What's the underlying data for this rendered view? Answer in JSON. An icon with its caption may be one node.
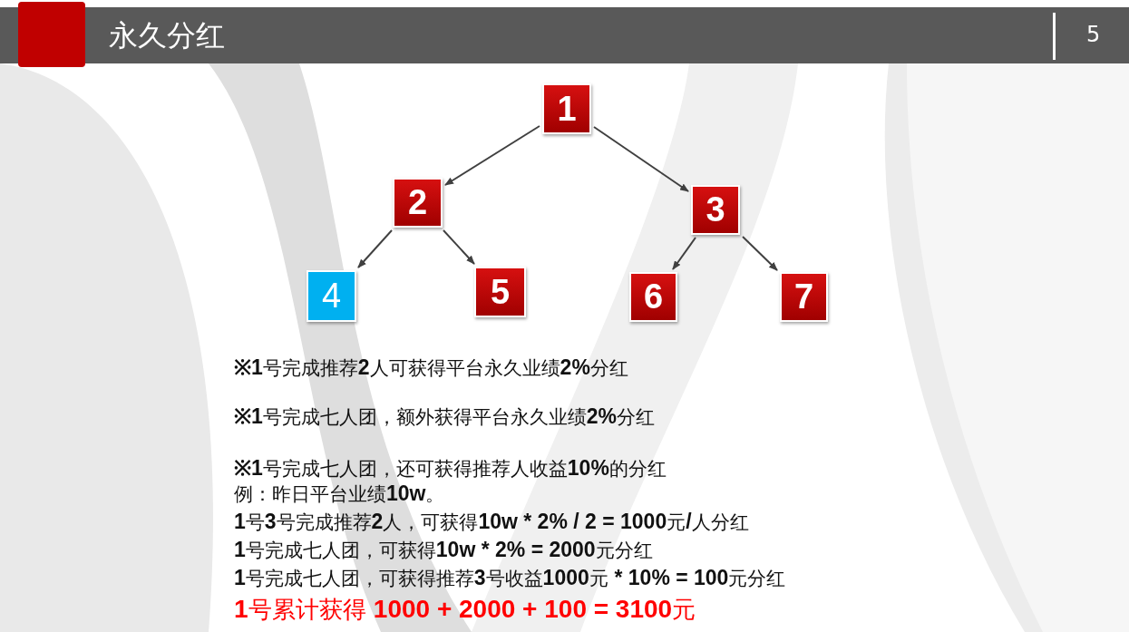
{
  "diagram": {
    "title": "永久分红",
    "nodes": [
      {
        "text": [
          "1"
        ]
      },
      {
        "text": [
          "2"
        ]
      },
      {
        "text": [
          "3"
        ]
      },
      {
        "text": [
          "4"
        ]
      },
      {
        "text": [
          "5"
        ]
      },
      {
        "text": [
          "6"
        ]
      },
      {
        "text": [
          "7"
        ]
      }
    ],
    "edges": [
      {
        "from": 0,
        "to": 1,
        "arrow": "to"
      },
      {
        "from": 0,
        "to": 2,
        "arrow": "to"
      },
      {
        "from": 1,
        "to": 3,
        "arrow": "to"
      },
      {
        "from": 1,
        "to": 4,
        "arrow": "to"
      },
      {
        "from": 2,
        "to": 5,
        "arrow": "to"
      },
      {
        "from": 2,
        "to": 6,
        "arrow": "to"
      }
    ],
    "labels": [
      "5",
      "**※1**号完成推荐**2**人可获得平台永久业绩**2%**分红",
      "**※1**号完成七人团，额外获得平台永久业绩**2%**分红",
      "**※1**号完成七人团，还可获得推荐人收益**10%**的分红",
      "例：昨日平台业绩**10w**。",
      "**1**号**3**号完成推荐**2**人，可获得**10w * 2% / 2 = 1000**元**/**人分红",
      "**1**号完成七人团，可获得**10w * 2% = 2000**元分红",
      "**1**号完成七人团，可获得推荐**3**号收益**1000**元 *** 10% = 100**元分红",
      "**1**号累计获得 **1000 + 2000 + 100 = 3100**元"
    ]
  }
}
